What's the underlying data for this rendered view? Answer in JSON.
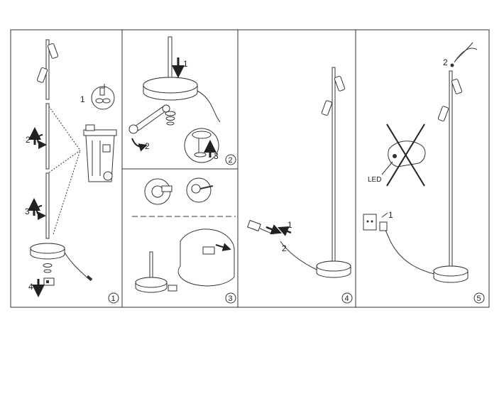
{
  "panels": [
    {
      "id": "1",
      "badge": "1",
      "steps": [
        "1",
        "2",
        "3",
        "4"
      ]
    },
    {
      "id": "2",
      "badge": "2",
      "steps": [
        "1",
        "2",
        "3"
      ]
    },
    {
      "id": "3",
      "badge": "3",
      "steps": []
    },
    {
      "id": "4",
      "badge": "4",
      "steps": [
        "1",
        "2"
      ]
    },
    {
      "id": "5",
      "badge": "5",
      "steps": [
        "2",
        "1"
      ],
      "led_label": "LED"
    }
  ]
}
